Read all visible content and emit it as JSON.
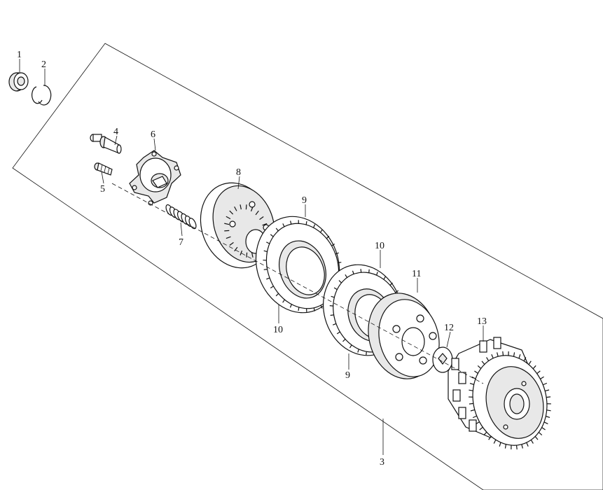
{
  "diagram": {
    "callouts": [
      {
        "id": "1",
        "text": "1"
      },
      {
        "id": "2",
        "text": "2"
      },
      {
        "id": "3",
        "text": "3"
      },
      {
        "id": "4",
        "text": "4"
      },
      {
        "id": "5",
        "text": "5"
      },
      {
        "id": "6",
        "text": "6"
      },
      {
        "id": "7",
        "text": "7"
      },
      {
        "id": "8",
        "text": "8"
      },
      {
        "id": "9a",
        "text": "9"
      },
      {
        "id": "9b",
        "text": "9"
      },
      {
        "id": "10a",
        "text": "10"
      },
      {
        "id": "10b",
        "text": "10"
      },
      {
        "id": "11",
        "text": "11"
      },
      {
        "id": "12",
        "text": "12"
      },
      {
        "id": "13",
        "text": "13"
      }
    ],
    "line_color": "#111111",
    "background": "#ffffff"
  }
}
